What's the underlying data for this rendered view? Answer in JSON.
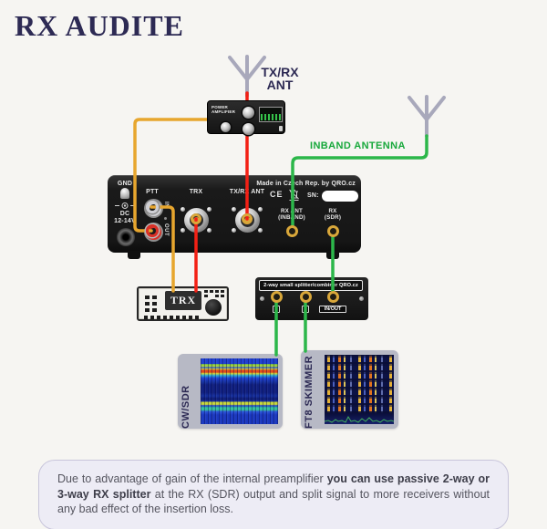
{
  "title": "RX AUDITE",
  "colors": {
    "background": "#f6f5f2",
    "navy": "#2d2a54",
    "wire_yellow": "#e7a62e",
    "wire_red": "#f32015",
    "wire_green": "#2cb74a",
    "inband_green": "#17a83b",
    "gold": "#d9a73a"
  },
  "antennas": {
    "txrx_line1": "TX/RX",
    "txrx_line2": "ANT",
    "inband_label": "INBAND ANTENNA"
  },
  "power_amp": {
    "label_line1": "POWER",
    "label_line2": "AMPLIFIER"
  },
  "main_unit": {
    "made_in": "Made in Czech Rep. by QRO.cz",
    "ce": "CE",
    "sn_label": "SN:",
    "ports": {
      "gnd": "GND",
      "dc_line1": "DC",
      "dc_line2": "12-14V",
      "ptt": "PTT",
      "ptt_in": "IN",
      "ptt_out": "OUT",
      "trx": "TRX",
      "txrx_ant": "TX/RX ANT",
      "rx_ant_line1": "RX ANT",
      "rx_ant_line2": "(INBAND)",
      "rx_sdr_line1": "RX",
      "rx_sdr_line2": "(SDR)"
    }
  },
  "trx_radio": {
    "screen": "TRX"
  },
  "splitter": {
    "label": "2-way small splitter/combiner QRO.cz",
    "port1": "1",
    "port2": "2",
    "port_inout": "IN/OUT"
  },
  "displays": {
    "cw_sdr": "CW/SDR",
    "ft8": "FT8 SKIMMER"
  },
  "note": {
    "text_before": "Due to advantage of gain of the internal preamplifier ",
    "text_bold": "you can use passive 2-way or 3-way RX splitter",
    "text_after": " at the RX (SDR) output and split signal to more receivers without any bad effect of the insertion loss."
  }
}
